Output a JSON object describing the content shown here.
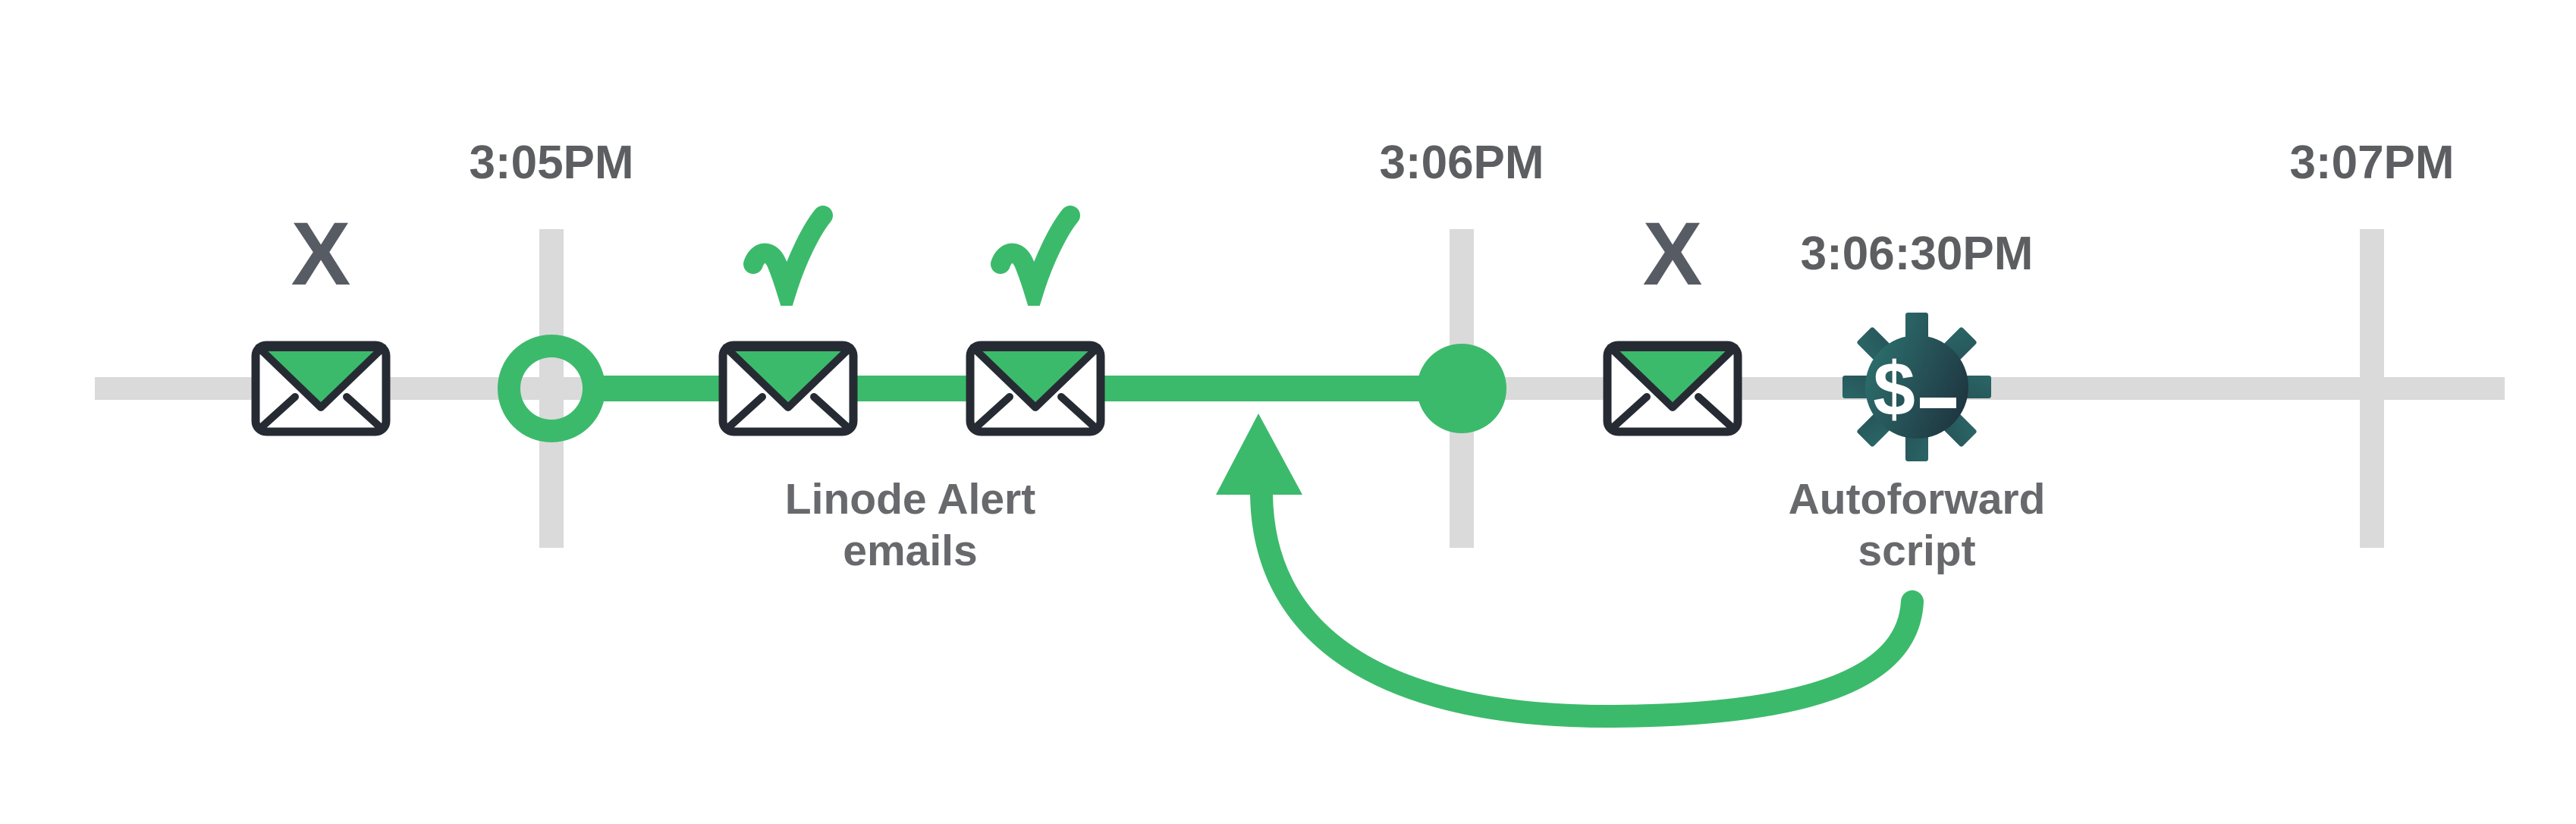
{
  "timestamps": {
    "t1": "3:05PM",
    "t2": "3:06PM",
    "t3": "3:07PM",
    "gear": "3:06:30PM"
  },
  "labels": {
    "alert_line1": "Linode Alert",
    "alert_line2": "emails",
    "auto_line1": "Autoforward",
    "auto_line2": "script"
  },
  "marks": {
    "blocked": "X"
  },
  "gear": {
    "prompt_dollar": "$"
  },
  "emails": [
    {
      "mark": "x"
    },
    {
      "mark": "check"
    },
    {
      "mark": "check"
    },
    {
      "mark": "x"
    }
  ],
  "colors": {
    "green": "#3CBA6B",
    "line_gray": "#DADADA",
    "timestamp_gray": "#5D5E61",
    "label_gray": "#68696C",
    "x_gray": "#575B63",
    "envelope_outline": "#262B33",
    "envelope_fill": "#FFFFFF",
    "gear_teal": "#2F7774",
    "gear_navy": "#1C2B38",
    "gear_glyph": "#FFFFFF"
  },
  "icons": {
    "envelope": "envelope-icon",
    "check": "check-icon",
    "x": "x-mark",
    "gear": "gear-terminal-icon",
    "arrow": "curved-arrow-icon"
  }
}
